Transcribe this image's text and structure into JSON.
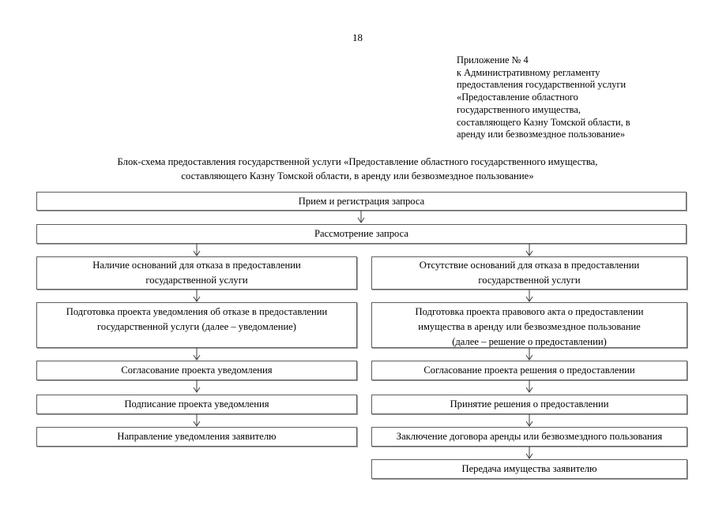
{
  "page": {
    "number": "18"
  },
  "appendix": {
    "lines": [
      "Приложение № 4",
      "к Административному регламенту",
      "предоставления государственной услуги",
      "«Предоставление областного",
      "государственного имущества,",
      "составляющего Казну Томской области, в",
      "аренду или безвозмездное пользование»"
    ]
  },
  "title": {
    "lines": [
      "Блок-схема предоставления государственной услуги «Предоставление областного государственного имущества,",
      "составляющего Казну Томской области, в аренду или безвозмездное пользование»"
    ]
  },
  "flowchart": {
    "full": [
      {
        "lines": [
          "Прием и регистрация запроса"
        ]
      },
      {
        "lines": [
          "Рассмотрение запроса"
        ]
      }
    ],
    "left": [
      {
        "lines": [
          "Наличие оснований для отказа в предоставлении",
          "государственной услуги"
        ]
      },
      {
        "lines": [
          "Подготовка проекта уведомления об отказе в предоставлении",
          "государственной услуги (далее – уведомление)"
        ]
      },
      {
        "lines": [
          "Согласование проекта уведомления"
        ]
      },
      {
        "lines": [
          "Подписание проекта уведомления"
        ]
      },
      {
        "lines": [
          "Направление уведомления заявителю"
        ]
      }
    ],
    "right": [
      {
        "lines": [
          "Отсутствие оснований для отказа в предоставлении",
          "государственной услуги"
        ]
      },
      {
        "lines": [
          "Подготовка проекта правового акта о предоставлении",
          "имущества в аренду или безвозмездное пользование",
          "(далее – решение о предоставлении)"
        ]
      },
      {
        "lines": [
          "Согласование проекта решения о предоставлении"
        ]
      },
      {
        "lines": [
          "Принятие решения о предоставлении"
        ]
      },
      {
        "lines": [
          "Заключение договора аренды или безвозмездного пользования"
        ]
      },
      {
        "lines": [
          "Передача имущества заявителю"
        ]
      }
    ]
  }
}
